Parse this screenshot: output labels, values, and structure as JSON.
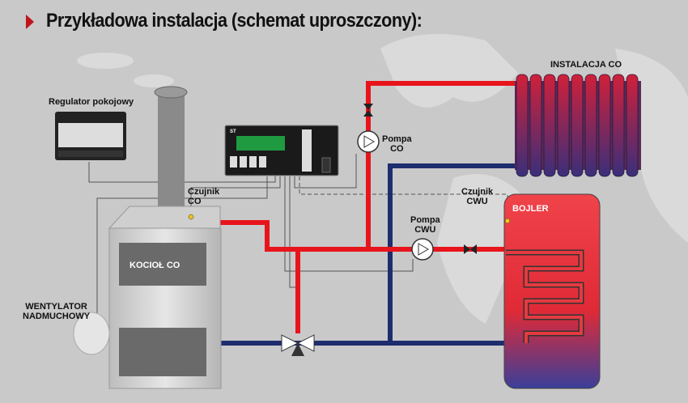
{
  "title": "Przykładowa instalacja (schemat uproszczony):",
  "labels": {
    "room_regulator": "Regulator pokojowy",
    "sensor_co_1": "Czujnik",
    "sensor_co_2": "CO",
    "pump_co_1": "Pompa",
    "pump_co_2": "CO",
    "installation_co": "INSTALACJA CO",
    "sensor_cwu_1": "Czujnik",
    "sensor_cwu_2": "CWU",
    "pump_cwu_1": "Pompa",
    "pump_cwu_2": "CWU",
    "boiler_tank": "BOJLER",
    "boiler": "KOCIOŁ CO",
    "fan_1": "WENTYLATOR",
    "fan_2": "NADMUCHOWY"
  },
  "colors": {
    "background": "#c9c9c9",
    "hot_pipe": "#e8141c",
    "cold_pipe": "#1d2d6e",
    "accent": "#c0141c",
    "sensor": "#f2c21a"
  }
}
